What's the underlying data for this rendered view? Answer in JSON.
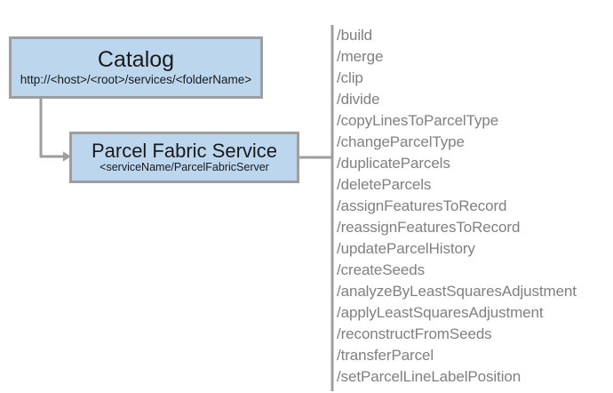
{
  "diagram": {
    "type": "service-endpoint-diagram",
    "colors": {
      "node_fill": "#bcd6ee",
      "node_border": "#9e9e9e",
      "connector": "#9e9e9e",
      "divider": "#9e9e9e",
      "operation_text": "#808080",
      "node_text": "#1a1a1a",
      "background": "#ffffff"
    },
    "nodes": [
      {
        "id": "catalog",
        "title": "Catalog",
        "subtitle": "http://<host>/<root>/services/<folderName>"
      },
      {
        "id": "parcel-fabric-service",
        "title": "Parcel Fabric Service",
        "subtitle": "<serviceName/ParcelFabricServer"
      }
    ],
    "connectors": [
      {
        "id": "catalog-to-service",
        "from": "catalog",
        "to": "parcel-fabric-service",
        "style": "elbow",
        "arrowhead": true
      },
      {
        "id": "service-to-operations",
        "from": "parcel-fabric-service",
        "to": "operations-divider",
        "style": "straight",
        "arrowhead": false
      }
    ],
    "operations": [
      "/build",
      "/merge",
      "/clip",
      "/divide",
      "/copyLinesToParcelType",
      "/changeParcelType",
      "/duplicateParcels",
      "/deleteParcels",
      "/assignFeaturesToRecord",
      "/reassignFeaturesToRecord",
      "/updateParcelHistory",
      "/createSeeds",
      "/analyzeByLeastSquaresAdjustment",
      "/applyLeastSquaresAdjustment",
      "/reconstructFromSeeds",
      "/transferParcel",
      "/setParcelLineLabelPosition"
    ]
  }
}
